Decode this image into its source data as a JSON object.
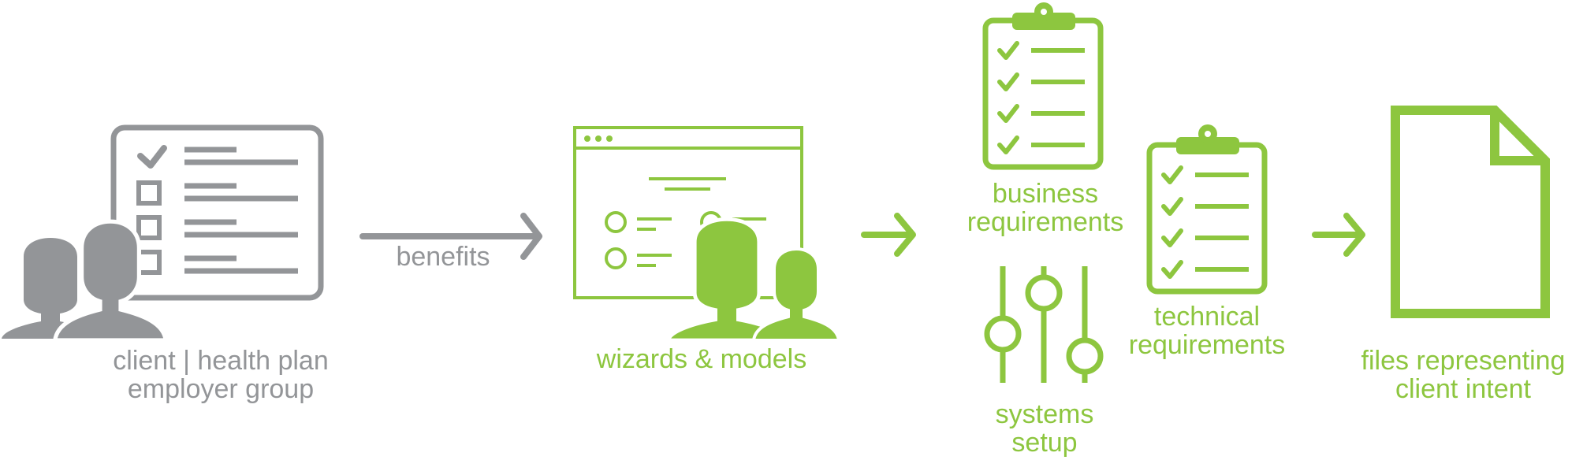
{
  "colors": {
    "gray": "#939598",
    "green": "#8dc63f"
  },
  "steps": [
    {
      "icon": "client-checklist-people-icon",
      "label_lines": [
        "client | health plan",
        "employer group"
      ]
    },
    {
      "icon": "wizard-window-people-icon",
      "label_lines": [
        "wizards & models"
      ]
    },
    {
      "icon": "business-clipboard-icon",
      "label_lines": [
        "business",
        "requirements"
      ]
    },
    {
      "icon": "settings-sliders-icon",
      "label_lines": [
        "systems",
        "setup"
      ]
    },
    {
      "icon": "technical-clipboard-icon",
      "label_lines": [
        "technical",
        "requirements"
      ]
    },
    {
      "icon": "document-icon",
      "label_lines": [
        "files representing",
        "client intent"
      ]
    }
  ],
  "arrows": [
    {
      "icon": "arrow-right-icon",
      "label": "benefits"
    },
    {
      "icon": "arrow-right-icon",
      "label": ""
    },
    {
      "icon": "arrow-right-icon",
      "label": ""
    }
  ]
}
